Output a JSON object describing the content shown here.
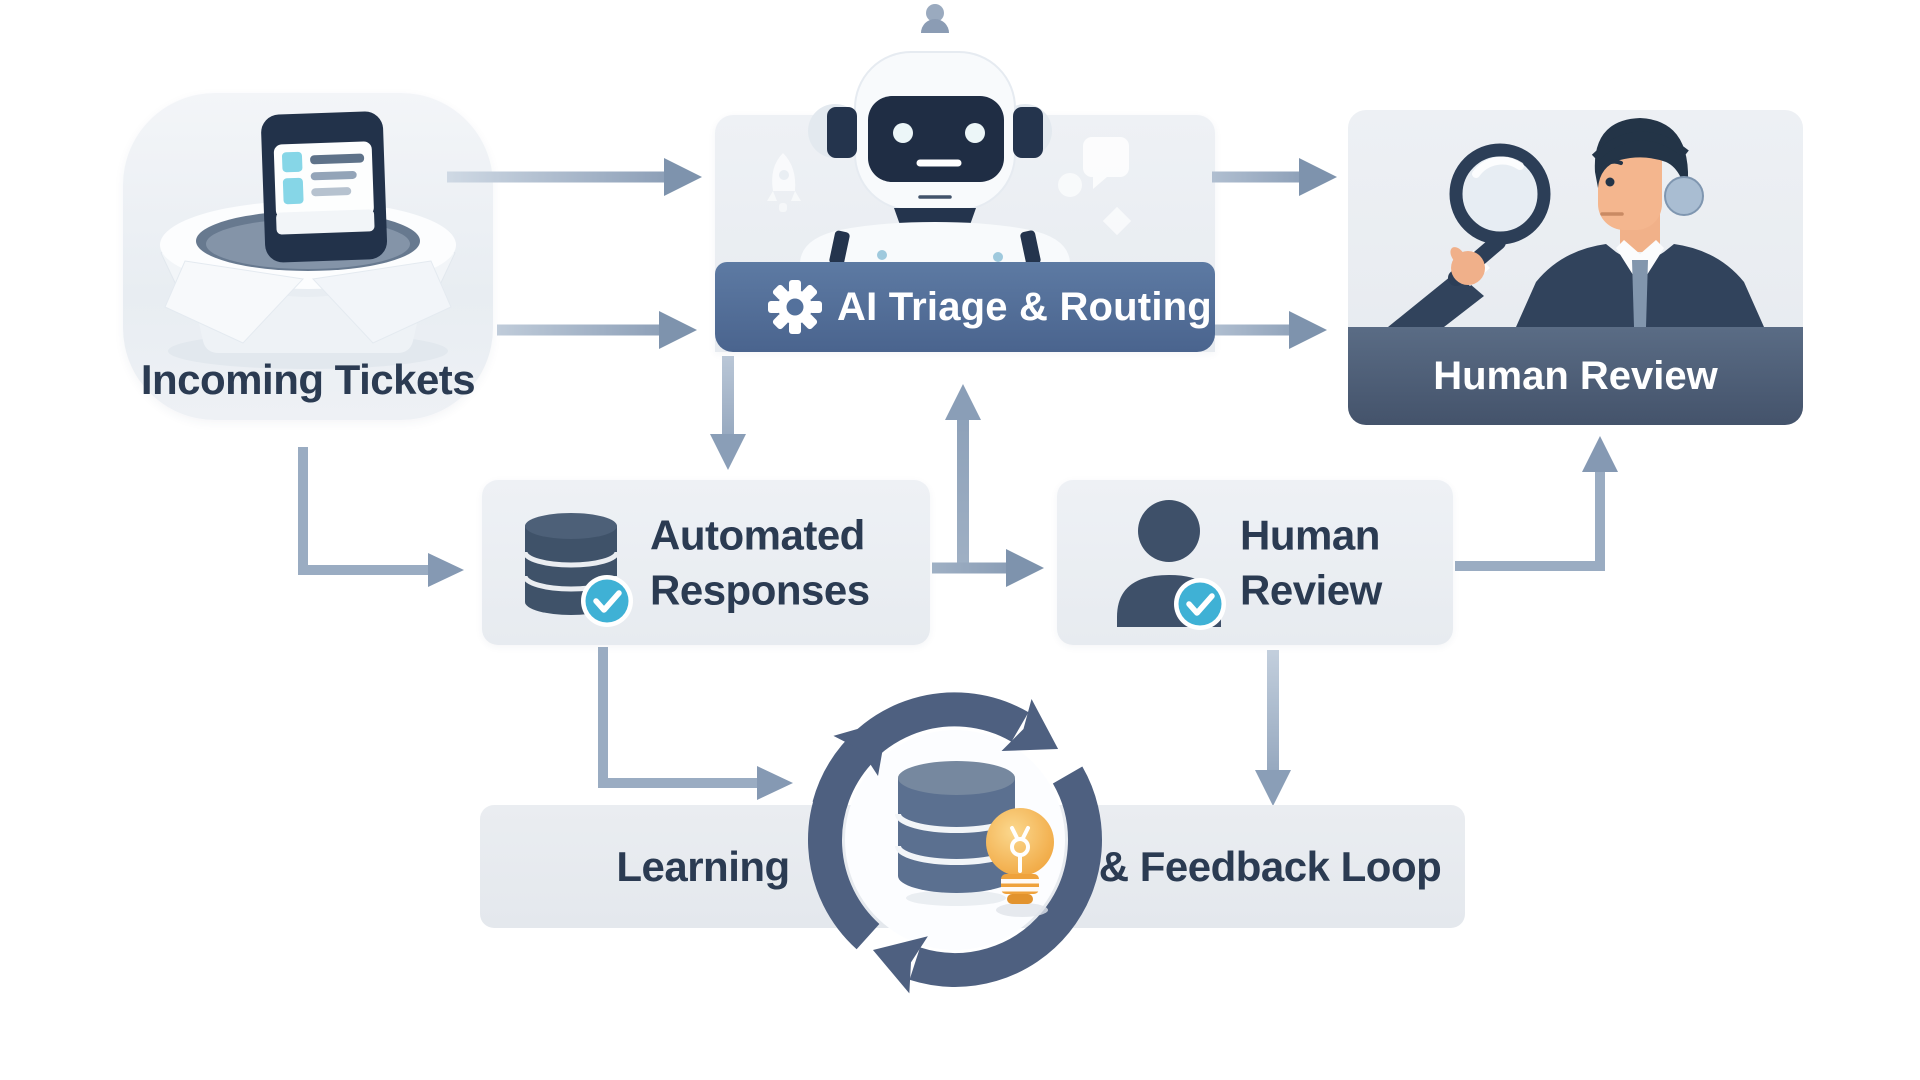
{
  "diagram": {
    "type": "flowchart",
    "subject": "AI support ticket triage workflow",
    "nodes": {
      "incoming_tickets": {
        "label": "Incoming Tickets",
        "icon": "inbox-open-box-icon"
      },
      "ai_triage": {
        "label": "AI Triage & Routing",
        "icon": "gear-icon",
        "illustration": "robot-icon"
      },
      "human_review_station": {
        "label": "Human Review",
        "illustration": "agent-with-magnifier-icon"
      },
      "automated_responses": {
        "label": "Automated Responses",
        "icon": "database-icon",
        "badge": "check-badge-icon"
      },
      "human_review": {
        "label": "Human Review",
        "icon": "person-icon",
        "badge": "check-badge-icon"
      },
      "feedback_loop": {
        "label": "Learning & Feedback Loop",
        "label_left": "Learning",
        "label_right": "& Feedback Loop",
        "icons": [
          "sync-loop-icon",
          "database-icon",
          "lightbulb-icon"
        ]
      }
    },
    "edges": [
      {
        "from": "incoming_tickets",
        "to": "ai_triage",
        "note": "upper arrow"
      },
      {
        "from": "incoming_tickets",
        "to": "ai_triage",
        "note": "lower arrow"
      },
      {
        "from": "ai_triage",
        "to": "human_review_station",
        "note": "upper arrow"
      },
      {
        "from": "ai_triage",
        "to": "human_review_station",
        "note": "lower arrow"
      },
      {
        "from": "ai_triage",
        "to": "automated_responses",
        "note": "down arrow"
      },
      {
        "from": "incoming_tickets",
        "to": "automated_responses",
        "note": "elbow arrow"
      },
      {
        "from": "automated_responses",
        "to": "ai_triage",
        "note": "up arrow"
      },
      {
        "from": "automated_responses",
        "to": "human_review",
        "note": "right arrow"
      },
      {
        "from": "automated_responses",
        "to": "feedback_loop",
        "note": "elbow arrow"
      },
      {
        "from": "human_review",
        "to": "feedback_loop",
        "note": "down arrow"
      },
      {
        "from": "human_review",
        "to": "human_review_station",
        "note": "elbow up arrow"
      }
    ],
    "colors": {
      "background": "#ffffff",
      "node_fill": "#e9edf2",
      "triage_banner": "#54719c",
      "review_banner": "#4e5f78",
      "text_slate": "#2b3b52",
      "arrow_gray_blue": "#8a9db7",
      "badge_teal": "#3fb1d5",
      "bulb_orange": "#f0a53e",
      "loop_ring": "#4e6080",
      "database_icon": "#3f5269",
      "tablet_screen_teal": "#86d6e7"
    }
  }
}
